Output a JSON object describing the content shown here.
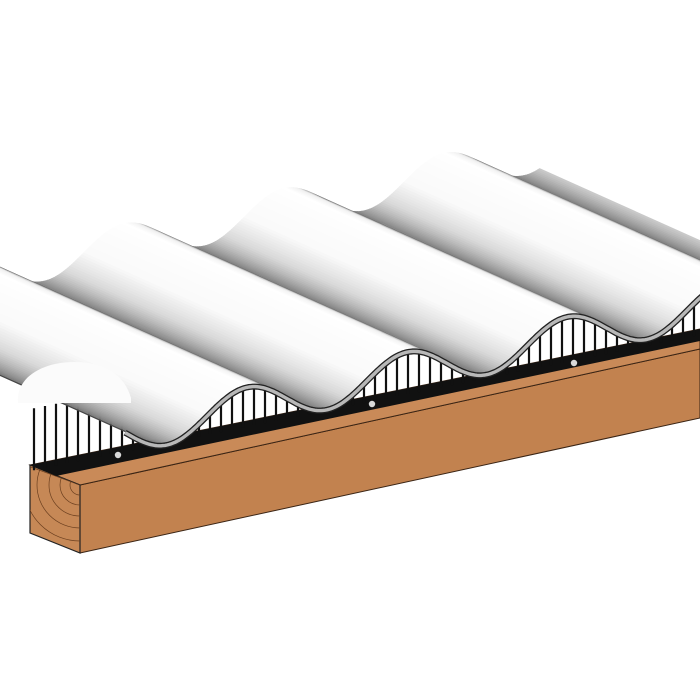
{
  "colors": {
    "background": "#ffffff",
    "timber_side": "#c2824f",
    "timber_top": "#c98a58",
    "timber_end": "#c68856",
    "timber_grain": "#6b3f1f",
    "comb_filler": "#111111",
    "sheet_rim": "#b8b8b8",
    "outline": "#222222",
    "fixing_hole": "#d9d9d9"
  },
  "parts": [
    "corrugated-roof-sheet",
    "eaves-comb-filler",
    "timber-batten"
  ]
}
